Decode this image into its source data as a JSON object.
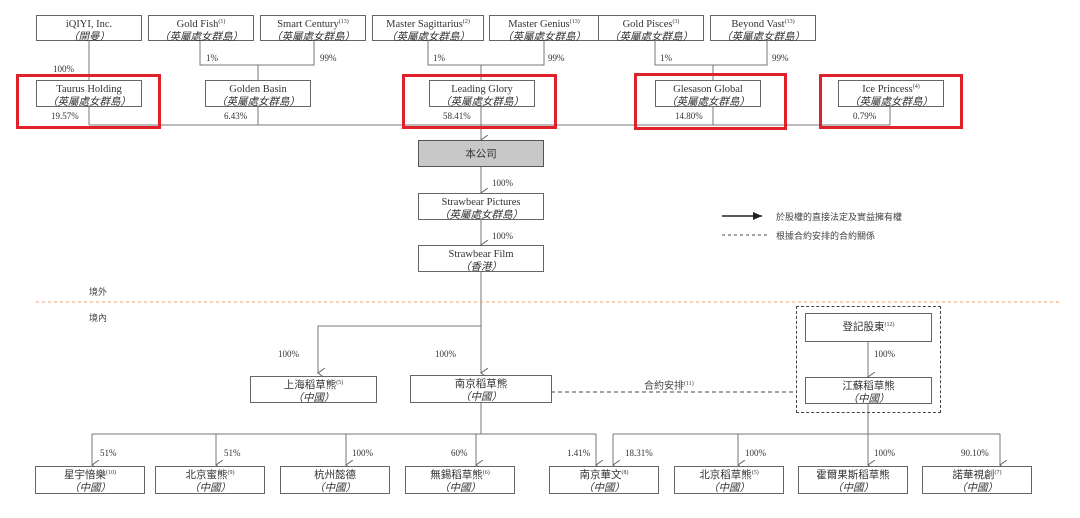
{
  "colors": {
    "highlight": "#e0202a",
    "line": "#777777",
    "border_dashed": "#f2a070",
    "company_fill": "#c8c8c8"
  },
  "entities": {
    "iqiyi": {
      "name": "iQIYI, Inc.",
      "sup": "",
      "jur": "（開曼）"
    },
    "gold_fish": {
      "name": "Gold Fish",
      "sup": "(1)",
      "jur": "（英屬處女群島）"
    },
    "smart_century": {
      "name": "Smart Century",
      "sup": "(13)",
      "jur": "（英屬處女群島）"
    },
    "master_sagittarius": {
      "name": "Master Sagittarius",
      "sup": "(2)",
      "jur": "（英屬處女群島）"
    },
    "master_genius": {
      "name": "Master Genius",
      "sup": "(13)",
      "jur": "（英屬處女群島）"
    },
    "gold_pisces": {
      "name": "Gold Pisces",
      "sup": "(3)",
      "jur": "（英屬處女群島）"
    },
    "beyond_vast": {
      "name": "Beyond Vast",
      "sup": "(13)",
      "jur": "（英屬處女群島）"
    },
    "taurus": {
      "name": "Taurus Holding",
      "sup": "",
      "jur": "（英屬處女群島）"
    },
    "golden_basin": {
      "name": "Golden Basin",
      "sup": "",
      "jur": "（英屬處女群島）"
    },
    "leading_glory": {
      "name": "Leading Glory",
      "sup": "",
      "jur": "（英屬處女群島）"
    },
    "glesason": {
      "name": "Glesason Global",
      "sup": "",
      "jur": "（英屬處女群島）"
    },
    "ice_princess": {
      "name": "Ice Princess",
      "sup": "(4)",
      "jur": "（英屬處女群島）"
    },
    "company": {
      "name": "本公司",
      "sup": "",
      "jur": ""
    },
    "strawbear_pictures": {
      "name": "Strawbear Pictures",
      "sup": "",
      "jur": "（英屬處女群島）"
    },
    "strawbear_film": {
      "name": "Strawbear Film",
      "sup": "",
      "jur": "（香港）"
    },
    "shanghai": {
      "name": "上海稻草熊",
      "sup": "(5)",
      "jur": "（中國）"
    },
    "nanjing": {
      "name": "南京稻草熊",
      "sup": "",
      "jur": "（中國）"
    },
    "registered_holders": {
      "name": "登記股東",
      "sup": "(12)",
      "jur": ""
    },
    "jiangsu": {
      "name": "江蘇稻草熊",
      "sup": "",
      "jur": "（中國）"
    },
    "xingyu": {
      "name": "星宇愔樂",
      "sup": "(10)",
      "jur": "（中國）"
    },
    "beijing_mixiong": {
      "name": "北京蜜熊",
      "sup": "(9)",
      "jur": "（中國）"
    },
    "hangzhou": {
      "name": "杭州懿德",
      "sup": "",
      "jur": "（中國）"
    },
    "wuxi": {
      "name": "無錫稻草熊",
      "sup": "(6)",
      "jur": "（中國）"
    },
    "nanjing_huawen": {
      "name": "南京華文",
      "sup": "(8)",
      "jur": "（中國）"
    },
    "beijing_daocaoxiong": {
      "name": "北京稻草熊",
      "sup": "(5)",
      "jur": "（中國）"
    },
    "horgos": {
      "name": "霍爾果斯稻草熊",
      "sup": "",
      "jur": "（中國）"
    },
    "nuohua": {
      "name": "諾華視創",
      "sup": "(7)",
      "jur": "（中國）"
    }
  },
  "percentages": {
    "iqiyi_taurus": "100%",
    "goldfish_basin": "1%",
    "smart_basin": "99%",
    "sagittarius_glory": "1%",
    "genius_glory": "99%",
    "pisces_glesason": "1%",
    "vast_glesason": "99%",
    "taurus_company": "19.57%",
    "basin_company": "6.43%",
    "glory_company": "58.41%",
    "glesason_company": "14.80%",
    "ice_company": "0.79%",
    "company_pictures": "100%",
    "pictures_film": "100%",
    "film_shanghai": "100%",
    "film_nanjing": "100%",
    "holders_jiangsu": "100%",
    "xingyu": "51%",
    "beijing_mixiong": "51%",
    "hangzhou": "100%",
    "wuxi": "60%",
    "nanjing_huawen_from_nanjing": "1.41%",
    "nanjing_huawen_from_jiangsu": "18.31%",
    "beijing_daocaoxiong": "100%",
    "horgos": "100%",
    "nuohua": "90.10%"
  },
  "labels": {
    "offshore": "境外",
    "onshore": "境內",
    "contractual": "合約安排",
    "contractual_sup": "(11)"
  },
  "legend": {
    "solid": "於股權的直接法定及實益擁有權",
    "dashed": "根據合約安排的合約關係"
  }
}
